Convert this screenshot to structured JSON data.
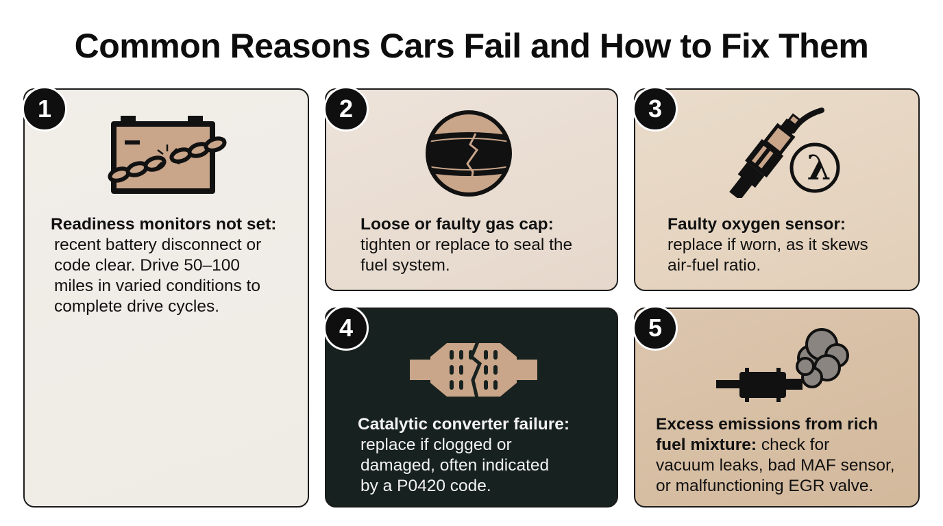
{
  "page": {
    "title": "Common Reasons Cars Fail and How to Fix Them"
  },
  "colors": {
    "icon_fill": "#c9a58a",
    "ink": "#111111",
    "dark_panel": "#17211f"
  },
  "cards": [
    {
      "number": "1",
      "icon": "battery-broken-chain-icon",
      "heading": "Readiness monitors not set:",
      "lines": [
        "recent battery disconnect or",
        "code clear.  Drive 50–100",
        "miles in varied conditions to",
        "complete drive cycles."
      ]
    },
    {
      "number": "2",
      "icon": "cracked-gas-cap-icon",
      "heading": "Loose or faulty gas cap:",
      "lines": [
        "tighten or replace to seal the",
        "fuel system."
      ]
    },
    {
      "number": "3",
      "icon": "oxygen-sensor-lambda-icon",
      "heading": "Faulty oxygen sensor:",
      "lines": [
        "replace if worn, as it skews",
        "air-fuel ratio."
      ]
    },
    {
      "number": "4",
      "icon": "cracked-catalytic-converter-icon",
      "heading": "Catalytic converter failure:",
      "lines": [
        "replace if clogged or",
        "damaged, often indicated",
        "by a P0420 code."
      ]
    },
    {
      "number": "5",
      "icon": "exhaust-smoke-icon",
      "heading": "Excess emissions from rich",
      "heading2": "fuel mixture:",
      "lines_inline": " check for",
      "lines": [
        "vacuum leaks, bad MAF sensor,",
        "or malfunctioning EGR valve."
      ]
    }
  ],
  "icons": {
    "lambda_symbol": "λ"
  }
}
